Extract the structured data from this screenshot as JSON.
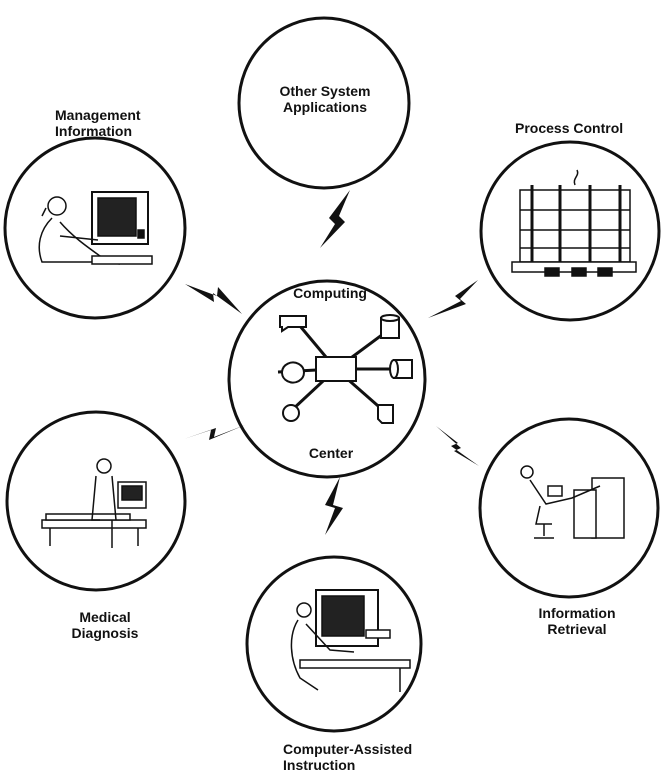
{
  "center": {
    "top_label": "Computing",
    "bottom_label": "Center"
  },
  "nodes": {
    "other_system": {
      "line1": "Other System",
      "line2": "Applications"
    },
    "management": {
      "line1": "Management",
      "line2": "Information"
    },
    "process_control": {
      "line1": "Process Control"
    },
    "medical": {
      "line1": "Medical",
      "line2": "Diagnosis"
    },
    "information_retrieval": {
      "line1": "Information",
      "line2": "Retrieval"
    },
    "cai": {
      "line1": "Computer-Assisted",
      "line2": "Instruction"
    }
  },
  "colors": {
    "ink": "#111111",
    "paper": "#ffffff"
  },
  "icons": [
    "lightning-bolt-icon",
    "terminal-icon",
    "disk-icon",
    "tape-icon",
    "printer-icon",
    "document-icon",
    "card-reader-icon"
  ]
}
